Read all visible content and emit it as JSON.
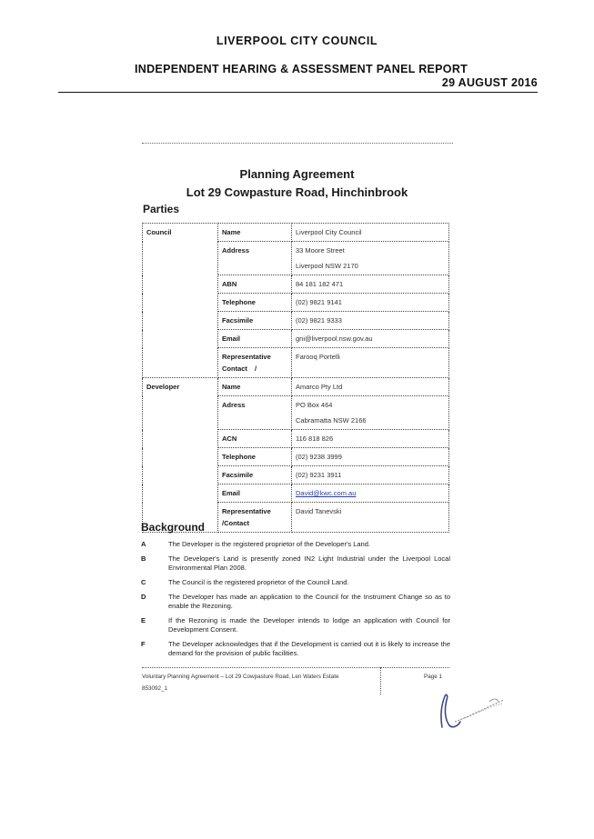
{
  "header": {
    "council": "LIVERPOOL CITY COUNCIL",
    "panel": "INDEPENDENT HEARING & ASSESSMENT PANEL REPORT",
    "date": "29 AUGUST 2016"
  },
  "document": {
    "title": "Planning Agreement",
    "subtitle": "Lot 29 Cowpasture Road, Hinchinbrook"
  },
  "parties": {
    "heading": "Parties",
    "council": {
      "name": "Council",
      "fields": {
        "name_label": "Name",
        "name": "Liverpool City Council",
        "address_label": "Address",
        "address_line1": "33 Moore Street",
        "address_line2": "Liverpool NSW 2170",
        "abn_label": "ABN",
        "abn": "84 181 182 471",
        "telephone_label": "Telephone",
        "telephone": "(02) 9821 9141",
        "facsimile_label": "Facsimile",
        "facsimile": "(02) 9821 9333",
        "email_label": "Email",
        "email": "gni@liverpool.nsw.gov.au",
        "rep_label": "Representative Contact",
        "rep_sep": "/",
        "rep": "Farooq Portelli"
      }
    },
    "developer": {
      "name": "Developer",
      "fields": {
        "name_label": "Name",
        "name": "Amarco Pty Ltd",
        "address_label": "Adress",
        "address_line1": "PO Box 464",
        "address_line2": "Cabramatta NSW 2166",
        "acn_label": "ACN",
        "acn": "116 818 826",
        "telephone_label": "Telephone",
        "telephone": "(02) 9238 3999",
        "facsimile_label": "Facsimile",
        "facsimile": "(02) 9231 3911",
        "email_label": "Email",
        "email": "David@kwc.com.au",
        "rep_label": "Representative /Contact",
        "rep": "David Tanevski"
      }
    }
  },
  "background": {
    "heading": "Background",
    "items": [
      {
        "letter": "A",
        "text": "The Developer is the registered proprietor of the Developer's Land."
      },
      {
        "letter": "B",
        "text": "The Developer's Land is presently zoned IN2 Light Industrial under the Liverpool Local Environmental Plan 2008."
      },
      {
        "letter": "C",
        "text": "The Council is the registered proprietor of the Council Land."
      },
      {
        "letter": "D",
        "text": "The Developer has made an application to the Council for the Instrument Change so as to enable the Rezoning."
      },
      {
        "letter": "E",
        "text": "If the Rezoning is made the Developer intends to lodge an application with Council for Development Consent."
      },
      {
        "letter": "F",
        "text": "The Developer acknowledges that if the Development is carried out it is likely to increase the demand for the provision of public facilities."
      }
    ]
  },
  "footer": {
    "left": "Voluntary Planning Agreement – Lot 29 Cowpasture Road, Len Waters Estate",
    "ref": "853092_1",
    "page": "Page 1"
  },
  "signature_icon": "handwritten-signature-icon"
}
